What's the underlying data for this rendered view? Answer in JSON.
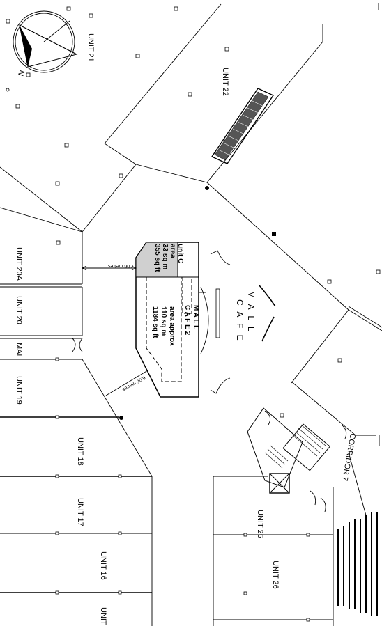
{
  "plan": {
    "compass_letter": "N",
    "units": {
      "unit21": "UNIT 21",
      "unit22": "UNIT 22",
      "unit20a": "UNIT 20A",
      "unit20": "UNIT 20",
      "mall": "MALL",
      "unit19": "UNIT 19",
      "unit18": "UNIT 18",
      "unit17": "UNIT 17",
      "unit16": "UNIT 16",
      "unit_partial": "UNIT",
      "unit25": "UNIT 25",
      "unit26": "UNIT 26"
    },
    "mall_cafe": {
      "line1": "M A L L",
      "line2": "C A F E"
    },
    "unit_c": {
      "title": "unit C",
      "area_label": "area",
      "sqm": "33 sq m",
      "sqft": "355 sq ft"
    },
    "cafe2": {
      "line1": "M A L L",
      "line2": "C A F E  2",
      "area_label": "area approx",
      "sqm": "110 sq m",
      "sqft": "1184 sq ft"
    },
    "dimensions": {
      "top": "7.06 metres",
      "lower": "6.06 metres"
    },
    "corridor": "CORRIDOR 7",
    "colors": {
      "ink": "#000000",
      "shade": "#d0d0d0"
    }
  }
}
